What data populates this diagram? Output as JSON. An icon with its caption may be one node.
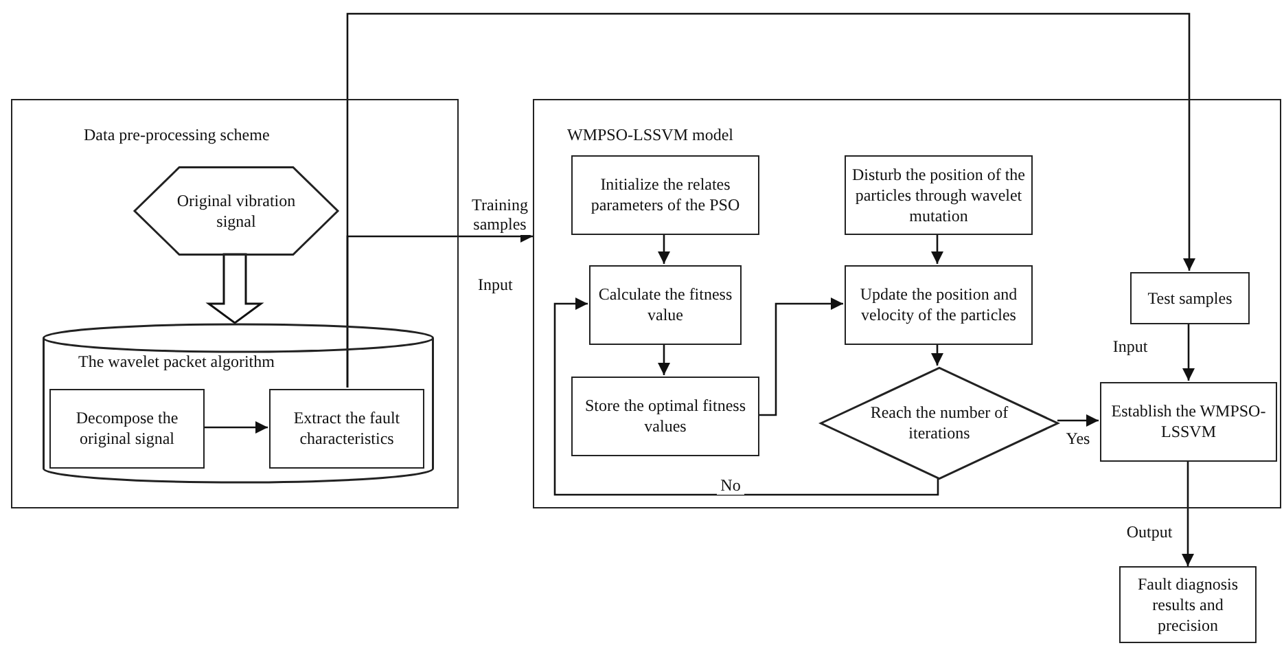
{
  "diagram": {
    "nodes": [
      {
        "text": [
          "Data pre-processing scheme"
        ]
      },
      {
        "text": [
          "Original vibration signal"
        ],
        "in": 0
      },
      {
        "text": [
          "The wavelet packet algorithm"
        ],
        "in": 0
      },
      {
        "text": [
          "Decompose the original signal"
        ],
        "in": 2
      },
      {
        "text": [
          "Extract the fault characteristics"
        ],
        "in": 2
      },
      {
        "text": [
          "WMPSO-LSSVM model"
        ]
      },
      {
        "text": [
          "Initialize the relates parameters of the PSO"
        ],
        "in": 5
      },
      {
        "text": [
          "Calculate the fitness value"
        ],
        "in": 5
      },
      {
        "text": [
          "Store the optimal fitness values"
        ],
        "in": 5
      },
      {
        "text": [
          "Disturb the position of the particles through wavelet mutation"
        ],
        "in": 5
      },
      {
        "text": [
          "Update the position and velocity of the particles"
        ],
        "in": 5
      },
      {
        "text": [
          "Reach the number of iterations"
        ],
        "in": 5
      },
      {
        "text": [
          "Test samples"
        ],
        "in": 5
      },
      {
        "text": [
          "Establish the WMPSO-LSSVM"
        ],
        "in": 5
      },
      {
        "text": [
          "Fault diagnosis results and precision"
        ]
      }
    ],
    "edges": [
      {
        "from": 1,
        "to": 2,
        "arrow": "to",
        "style": "thick"
      },
      {
        "from": 3,
        "to": 4,
        "arrow": "to"
      },
      {
        "from": 4,
        "to": 5,
        "arrow": "to",
        "label": "Training samples"
      },
      {
        "from": 4,
        "to": 12,
        "arrow": "to"
      },
      {
        "from": 6,
        "to": 7,
        "arrow": "to"
      },
      {
        "from": 7,
        "to": 8,
        "arrow": "to"
      },
      {
        "from": 8,
        "to": 10,
        "arrow": "to"
      },
      {
        "from": 9,
        "to": 10,
        "arrow": "to"
      },
      {
        "from": 10,
        "to": 11,
        "arrow": "to"
      },
      {
        "from": 11,
        "to": 13,
        "arrow": "to",
        "label": "Yes"
      },
      {
        "from": 11,
        "to": 7,
        "arrow": "to",
        "label": "No"
      },
      {
        "from": 12,
        "to": 13,
        "arrow": "to",
        "label": "Input"
      },
      {
        "from": 13,
        "to": 14,
        "arrow": "to",
        "label": "Output"
      }
    ],
    "labels": [
      "Input"
    ]
  }
}
